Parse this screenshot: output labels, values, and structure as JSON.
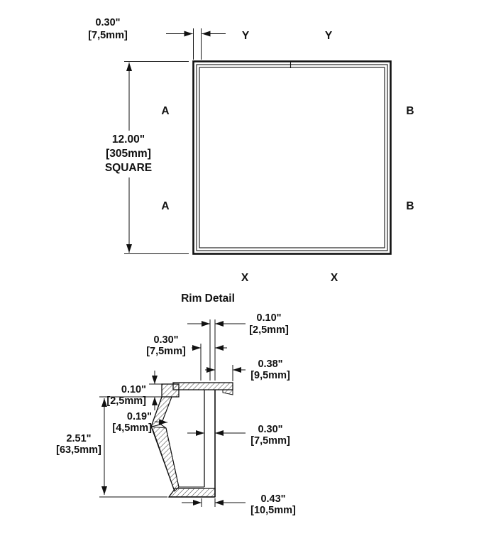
{
  "plan_view": {
    "rim_width": {
      "inches": "0.30\"",
      "metric": "[7,5mm]"
    },
    "square_size": {
      "inches": "12.00\"",
      "metric": "[305mm]",
      "note": "SQUARE"
    },
    "section_labels": {
      "y1": "Y",
      "y2": "Y",
      "a1": "A",
      "a2": "A",
      "b1": "B",
      "b2": "B",
      "x1": "X",
      "x2": "X"
    }
  },
  "rim_detail": {
    "title": "Rim Detail",
    "top_thickness": {
      "inches": "0.10\"",
      "metric": "[2,5mm]"
    },
    "flange_width": {
      "inches": "0.30\"",
      "metric": "[7,5mm]"
    },
    "flange_overhang": {
      "inches": "0.38\"",
      "metric": "[9,5mm]"
    },
    "lip_thickness": {
      "inches": "0.10\"",
      "metric": "[2,5mm]"
    },
    "step": {
      "inches": "0.19\"",
      "metric": "[4,5mm]"
    },
    "wall_thickness": {
      "inches": "0.30\"",
      "metric": "[7,5mm]"
    },
    "depth": {
      "inches": "2.51\"",
      "metric": "[63,5mm]"
    },
    "base_width": {
      "inches": "0.43\"",
      "metric": "[10,5mm]"
    }
  }
}
